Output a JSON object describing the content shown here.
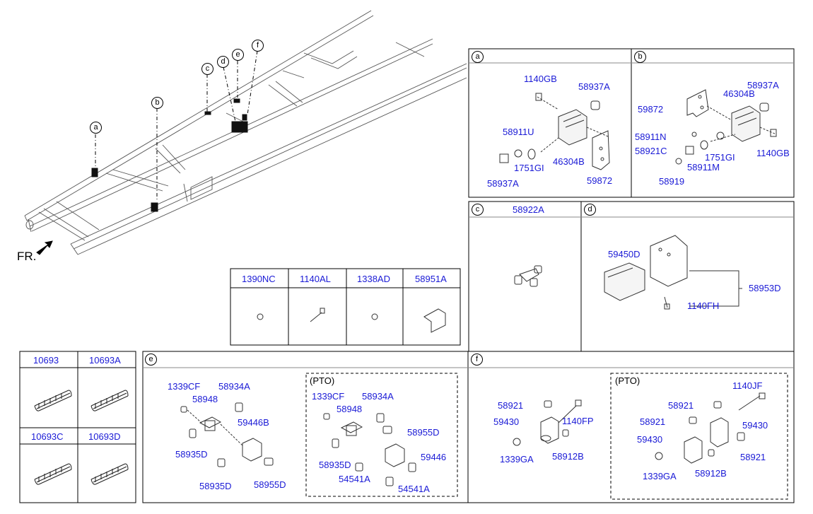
{
  "front_label": "FR.",
  "frame_callouts": [
    "a",
    "b",
    "c",
    "d",
    "e",
    "f"
  ],
  "sections": {
    "a": {
      "letter": "a",
      "parts": [
        "1140GB",
        "58937A",
        "58911U",
        "1751GI",
        "46304B",
        "58937A",
        "59872"
      ]
    },
    "b": {
      "letter": "b",
      "parts": [
        "58937A",
        "46304B",
        "59872",
        "58911N",
        "58921C",
        "1751GI",
        "1140GB",
        "58911M",
        "58919"
      ]
    },
    "c": {
      "letter": "c",
      "parts": [
        "58922A"
      ]
    },
    "d": {
      "letter": "d",
      "parts": [
        "59450D",
        "58953D",
        "1140FH"
      ]
    },
    "e": {
      "letter": "e",
      "pto_label": "(PTO)",
      "parts": [
        "1339CF",
        "58934A",
        "58948",
        "59446B",
        "58935D",
        "58935D",
        "58955D"
      ],
      "pto_parts": [
        "1339CF",
        "58934A",
        "58948",
        "58955D",
        "58935D",
        "59446",
        "54541A",
        "54541A"
      ]
    },
    "f": {
      "letter": "f",
      "pto_label": "(PTO)",
      "parts": [
        "58921",
        "1140FP",
        "59430",
        "1339GA",
        "58912B"
      ],
      "pto_parts": [
        "1140JF",
        "58921",
        "58921",
        "59430",
        "59430",
        "58921",
        "1339GA",
        "58912B"
      ]
    }
  },
  "small_parts_table": {
    "headers": [
      "1390NC",
      "1140AL",
      "1338AD",
      "58951A"
    ]
  },
  "spring_table": {
    "headers": [
      "10693",
      "10693A",
      "10693C",
      "10693D"
    ]
  }
}
